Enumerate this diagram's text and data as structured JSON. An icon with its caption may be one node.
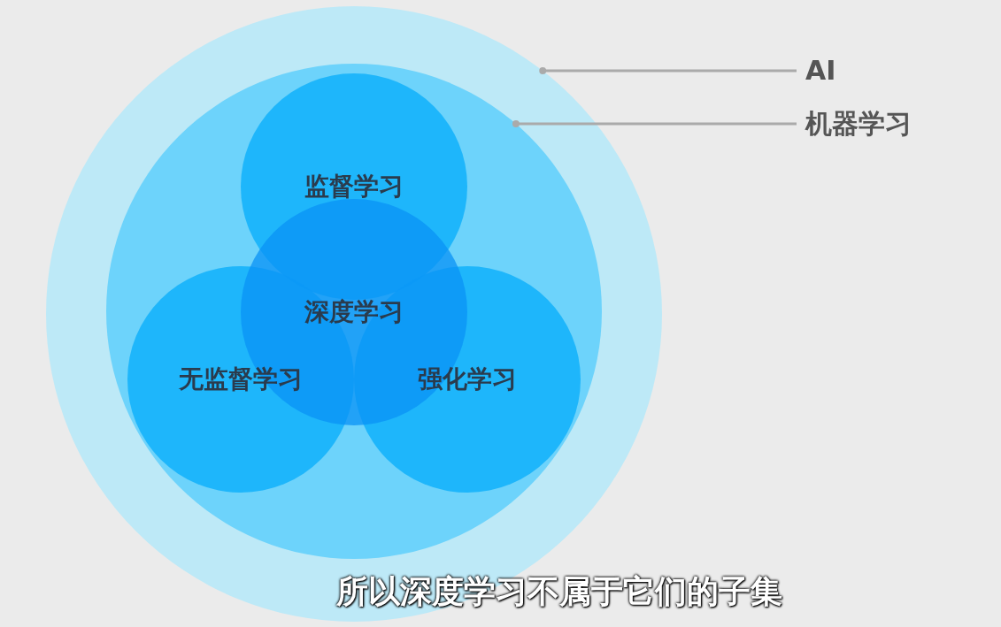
{
  "diagram": {
    "caption": "所以深度学习不属于它们的子集",
    "nodes": [
      {
        "text": [],
        "shape": "circle"
      },
      {
        "text": [],
        "shape": "circle",
        "in": 0
      },
      {
        "text": [
          "监督学习"
        ],
        "in": 1
      },
      {
        "text": [
          "无监督学习"
        ],
        "in": 1
      },
      {
        "text": [
          "强化学习"
        ],
        "in": 1
      },
      {
        "text": [
          "深度学习"
        ],
        "in": 1
      },
      {
        "text": [
          "AI"
        ]
      },
      {
        "text": [
          "机器学习"
        ]
      }
    ],
    "edges": [
      {
        "from": 6,
        "to": 0,
        "arrow": "other"
      },
      {
        "from": 7,
        "to": 1,
        "arrow": "other"
      }
    ]
  }
}
